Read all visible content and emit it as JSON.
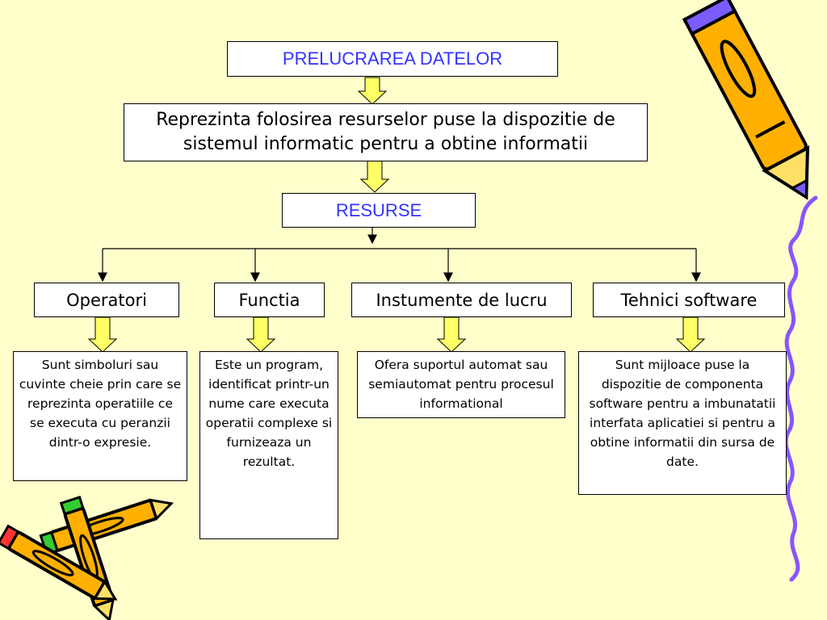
{
  "title": "PRELUCRAREA DATELOR",
  "definition": "Reprezinta folosirea resurselor puse la dispozitie de sistemul informatic pentru a obtine informatii",
  "resources_label": "RESURSE",
  "categories": [
    {
      "label": "Operatori",
      "description": "Sunt simboluri sau cuvinte cheie prin care se reprezinta operatiile ce se executa cu peranzii dintr-o expresie."
    },
    {
      "label": "Functia",
      "description": "Este un program, identificat printr-un nume care executa operatii complexe si furnizeaza un rezultat."
    },
    {
      "label": "Instumente de lucru",
      "description": "Ofera suportul automat sau semiautomat pentru procesul informational"
    },
    {
      "label": "Tehnici software",
      "description": "Sunt mijloace puse la dispozitie de componenta software pentru a imbunatatii interfata aplicatiei si pentru a obtine informatii din sursa de date."
    }
  ],
  "colors": {
    "background": "#FFFFCC",
    "title_text": "#3333FF",
    "arrow_fill": "#FFFF66",
    "border": "#000000"
  },
  "decorations": [
    "pencil-icon",
    "crayons-icon",
    "wavy-line"
  ]
}
